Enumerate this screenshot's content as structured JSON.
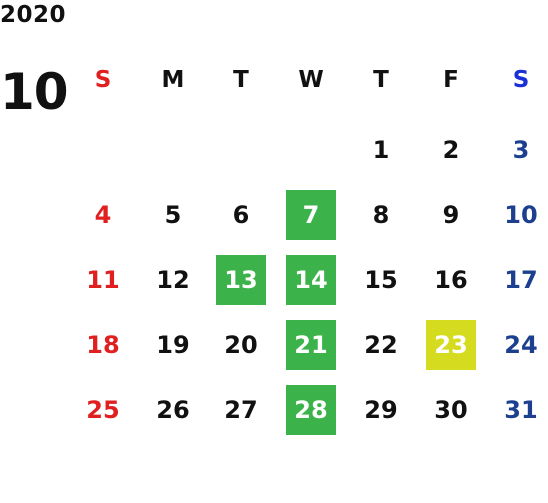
{
  "calendar": {
    "year": "2020",
    "month": "10",
    "colors": {
      "sunday": "#e02020",
      "saturday_header": "#1a2fd6",
      "saturday": "#1d3f8f",
      "weekday": "#111111",
      "highlight_green": "#3cb34a",
      "highlight_yellow": "#d5dc1f"
    },
    "weekdays": [
      "S",
      "M",
      "T",
      "W",
      "T",
      "F",
      "S"
    ],
    "weeks": [
      [
        "",
        "",
        "",
        "",
        "1",
        "2",
        "3"
      ],
      [
        "4",
        "5",
        "6",
        "7",
        "8",
        "9",
        "10"
      ],
      [
        "11",
        "12",
        "13",
        "14",
        "15",
        "16",
        "17"
      ],
      [
        "18",
        "19",
        "20",
        "21",
        "22",
        "23",
        "24"
      ],
      [
        "25",
        "26",
        "27",
        "28",
        "29",
        "30",
        "31"
      ]
    ],
    "highlights": {
      "7": "green",
      "13": "green",
      "14": "green",
      "21": "green",
      "28": "green",
      "23": "yellow"
    }
  }
}
